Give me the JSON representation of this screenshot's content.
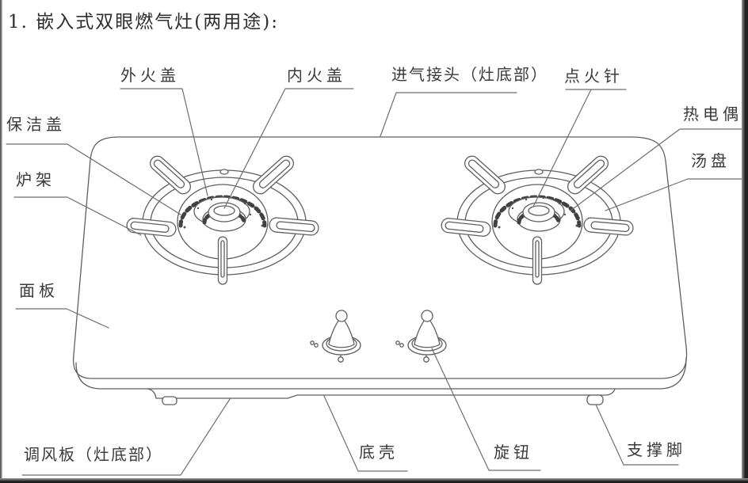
{
  "page": {
    "title": "1. 嵌入式双眼燃气灶(两用途):",
    "background": "#ffffff",
    "ink_color": "#3a3a3a",
    "line_color": "#5f5f5f"
  },
  "diagram": {
    "type": "labeled-parts-diagram",
    "burner_count": 2,
    "knob_count": 2,
    "labels": [
      {
        "id": "outer-flame-cap",
        "text": "外火盖"
      },
      {
        "id": "inner-flame-cap",
        "text": "内火盖"
      },
      {
        "id": "gas-inlet-joint",
        "text": "进气接头（灶底部）"
      },
      {
        "id": "ignition-needle",
        "text": "点火针"
      },
      {
        "id": "thermocouple",
        "text": "热电偶"
      },
      {
        "id": "clean-cover",
        "text": "保洁盖"
      },
      {
        "id": "drip-pan",
        "text": "汤盘"
      },
      {
        "id": "pot-rack",
        "text": "炉架"
      },
      {
        "id": "panel",
        "text": "面板"
      },
      {
        "id": "air-regulating-plate",
        "text": "调风板（灶底部）"
      },
      {
        "id": "bottom-shell",
        "text": "底壳"
      },
      {
        "id": "knob",
        "text": "旋钮"
      },
      {
        "id": "support-foot",
        "text": "支撑脚"
      }
    ]
  }
}
